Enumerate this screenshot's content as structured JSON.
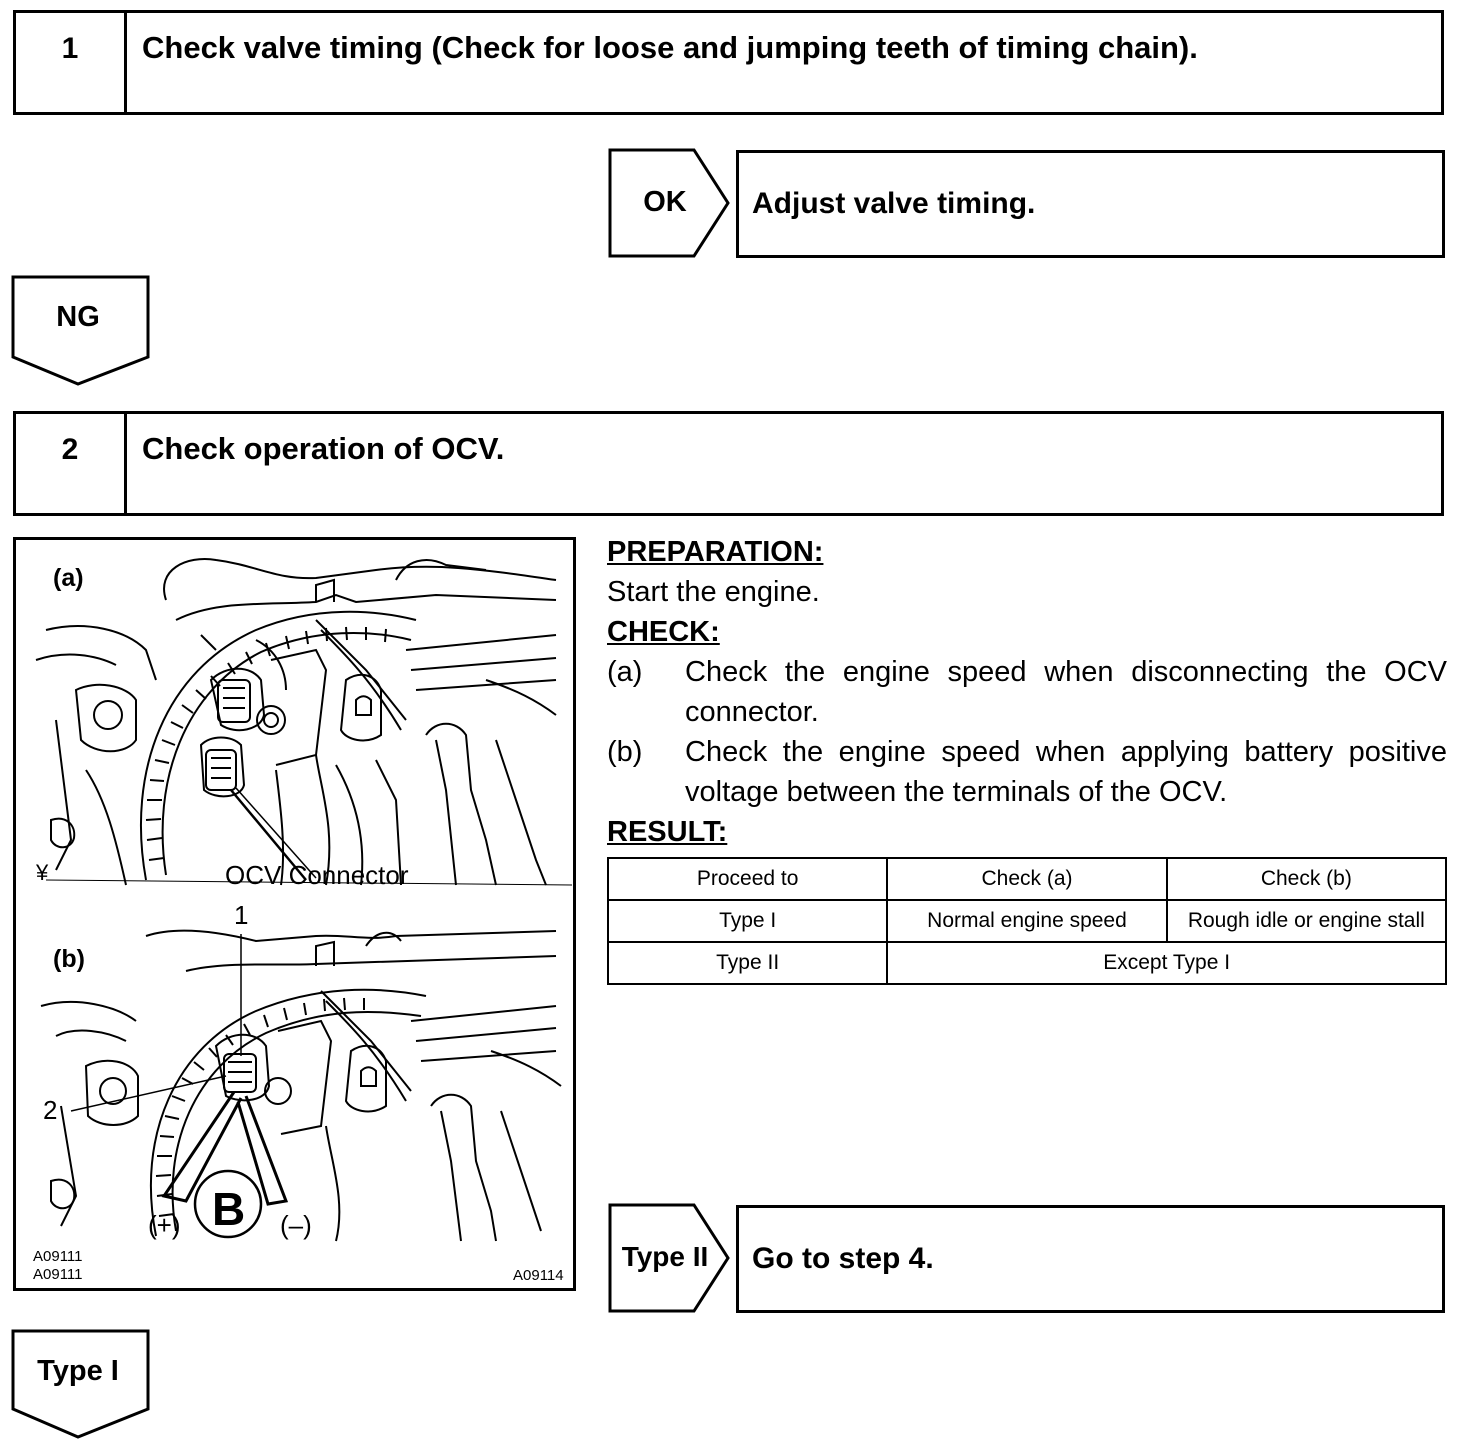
{
  "step1": {
    "number": "1",
    "title": "Check valve timing (Check for loose and jumping teeth of timing chain)."
  },
  "ok_branch": {
    "label": "OK",
    "action": "Adjust valve timing."
  },
  "ng_branch": {
    "label": "NG"
  },
  "step2": {
    "number": "2",
    "title": "Check operation of OCV."
  },
  "figure": {
    "label_a": "(a)",
    "label_b": "(b)",
    "ocv_connector": "OCV Connector",
    "terminal_1": "1",
    "terminal_2": "2",
    "battery": "B",
    "plus": "(+)",
    "minus": "(–)",
    "code_left_1": "A09111",
    "code_left_2": "A09111",
    "code_right": "A09114"
  },
  "instructions": {
    "preparation_heading": "PREPARATION:",
    "preparation_text": "Start the engine.",
    "check_heading": "CHECK:",
    "check_a_label": "(a)",
    "check_a_text": "Check the engine speed when disconnecting the OCV connector.",
    "check_b_label": "(b)",
    "check_b_text": "Check the engine speed when applying battery positive voltage between the terminals of the OCV.",
    "result_heading": "RESULT:"
  },
  "result_table": {
    "headers": [
      "Proceed to",
      "Check (a)",
      "Check (b)"
    ],
    "rows": [
      [
        "Type I",
        "Normal engine speed",
        "Rough idle or engine stall"
      ],
      [
        "Type II",
        "Except Type I"
      ]
    ]
  },
  "type2_branch": {
    "label": "Type II",
    "action": "Go to step 4."
  },
  "type1_branch": {
    "label": "Type I"
  }
}
